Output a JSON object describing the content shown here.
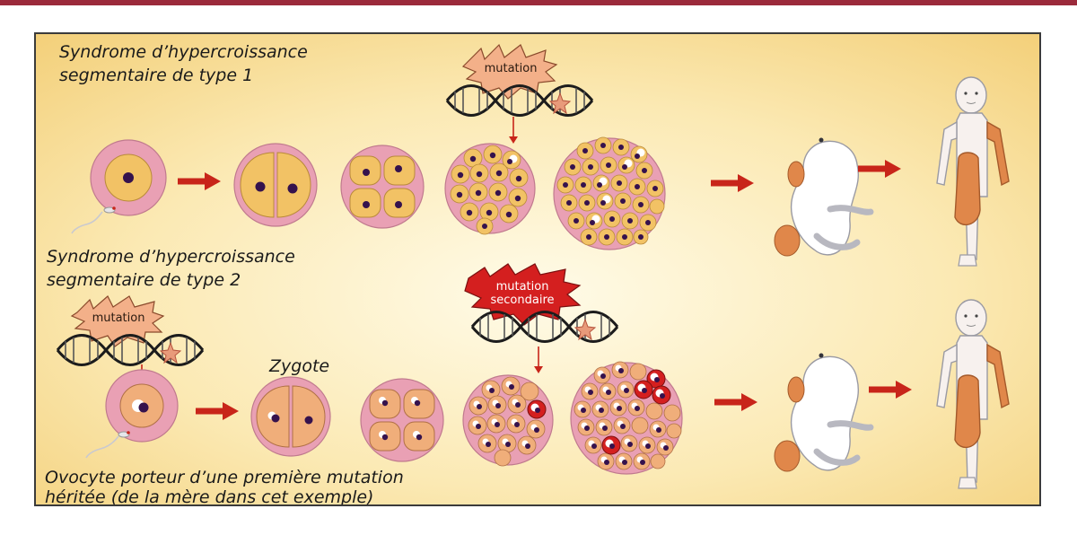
{
  "row1": {
    "title_line1": "Syndrome d’hypercroissance",
    "title_line2": "segmentaire de type 1",
    "mutation_label": "mutation"
  },
  "row2": {
    "title_line1": "Syndrome d’hypercroissance",
    "title_line2": "segmentaire de type 2",
    "mutation_label": "mutation",
    "secondary_label_line1": "mutation",
    "secondary_label_line2": "secondaire",
    "zygote_label": "Zygote",
    "caption_line1": "Ovocyte porteur d’une première mutation",
    "caption_line2": "héritée (de la mère dans cet exemple)"
  },
  "colors": {
    "frame": "#9b2a3b",
    "arrow": "#c8251a",
    "cell_pink": "#e9a0b4",
    "cytoplasm_yellow": "#f2c265",
    "cytoplasm_orange": "#f0ae7a",
    "nucleus": "#35124d",
    "mutant_red": "#d41f1f",
    "overgrowth": "#e0874a"
  }
}
